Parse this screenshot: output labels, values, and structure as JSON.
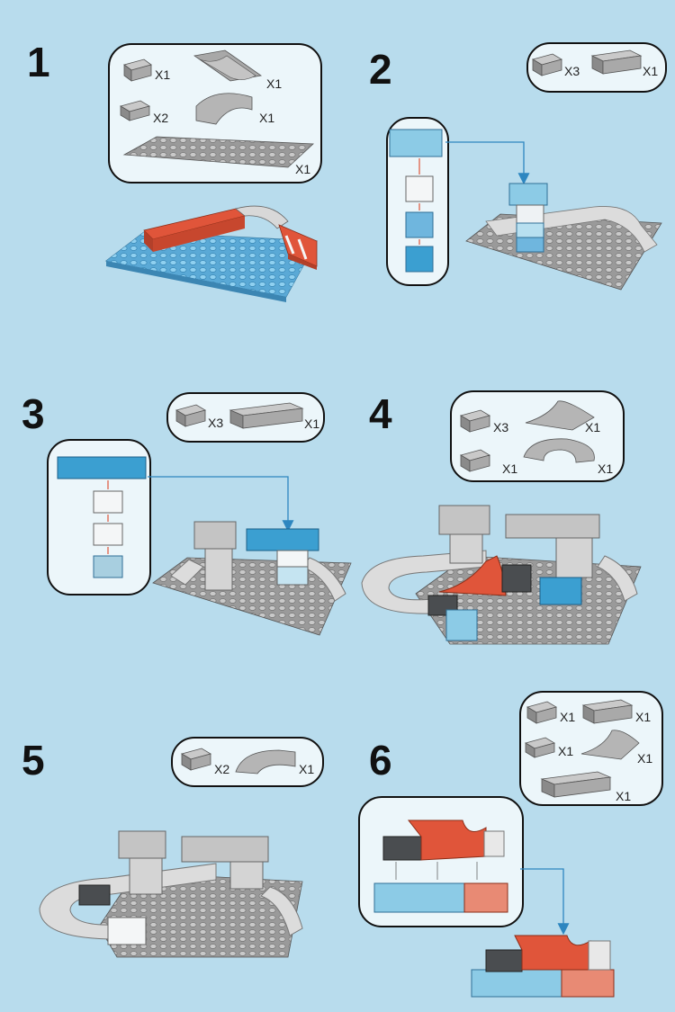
{
  "steps": [
    {
      "number": "1",
      "parts": [
        {
          "icon": "grey-brick-2x2-icon",
          "qty": "X1"
        },
        {
          "icon": "straight-track-icon",
          "qty": "X1"
        },
        {
          "icon": "grey-channel-brick-icon",
          "qty": "X2"
        },
        {
          "icon": "curved-track-icon",
          "qty": "X1"
        },
        {
          "icon": "baseplate-icon",
          "qty": "X1"
        }
      ]
    },
    {
      "number": "2",
      "parts": [
        {
          "icon": "grey-brick-2x2-icon",
          "qty": "X3"
        },
        {
          "icon": "grey-brick-2x4-icon",
          "qty": "X1"
        }
      ]
    },
    {
      "number": "3",
      "parts": [
        {
          "icon": "grey-brick-2x2-icon",
          "qty": "X3"
        },
        {
          "icon": "grey-brick-2x6-icon",
          "qty": "X1"
        }
      ]
    },
    {
      "number": "4",
      "parts": [
        {
          "icon": "grey-brick-2x2-icon",
          "qty": "X3"
        },
        {
          "icon": "ramp-track-icon",
          "qty": "X1"
        },
        {
          "icon": "grey-brick-2x2-icon",
          "qty": "X1"
        },
        {
          "icon": "spiral-track-icon",
          "qty": "X1"
        }
      ]
    },
    {
      "number": "5",
      "parts": [
        {
          "icon": "grey-brick-2x2-icon",
          "qty": "X2"
        },
        {
          "icon": "curved-track-icon",
          "qty": "X1"
        }
      ]
    },
    {
      "number": "6",
      "parts": [
        {
          "icon": "grey-brick-2x2-icon",
          "qty": "X1"
        },
        {
          "icon": "grey-brick-2x4-icon",
          "qty": "X1"
        },
        {
          "icon": "grey-channel-brick-icon",
          "qty": "X1"
        },
        {
          "icon": "ramp-track-icon",
          "qty": "X1"
        },
        {
          "icon": "grey-brick-2x6-icon",
          "qty": "X1"
        }
      ]
    }
  ],
  "colors": {
    "background": "#b8dced",
    "grey_brick": "#a9a9a9",
    "dark_brick": "#4a4d50",
    "light_blue_brick": "#8ccbe6",
    "blue_brick": "#3b9fd1",
    "white_brick": "#f4f6f7",
    "orange_track": "#e0553a",
    "blue_plate": "#6fb6de",
    "arrow": "#2d86c0"
  }
}
